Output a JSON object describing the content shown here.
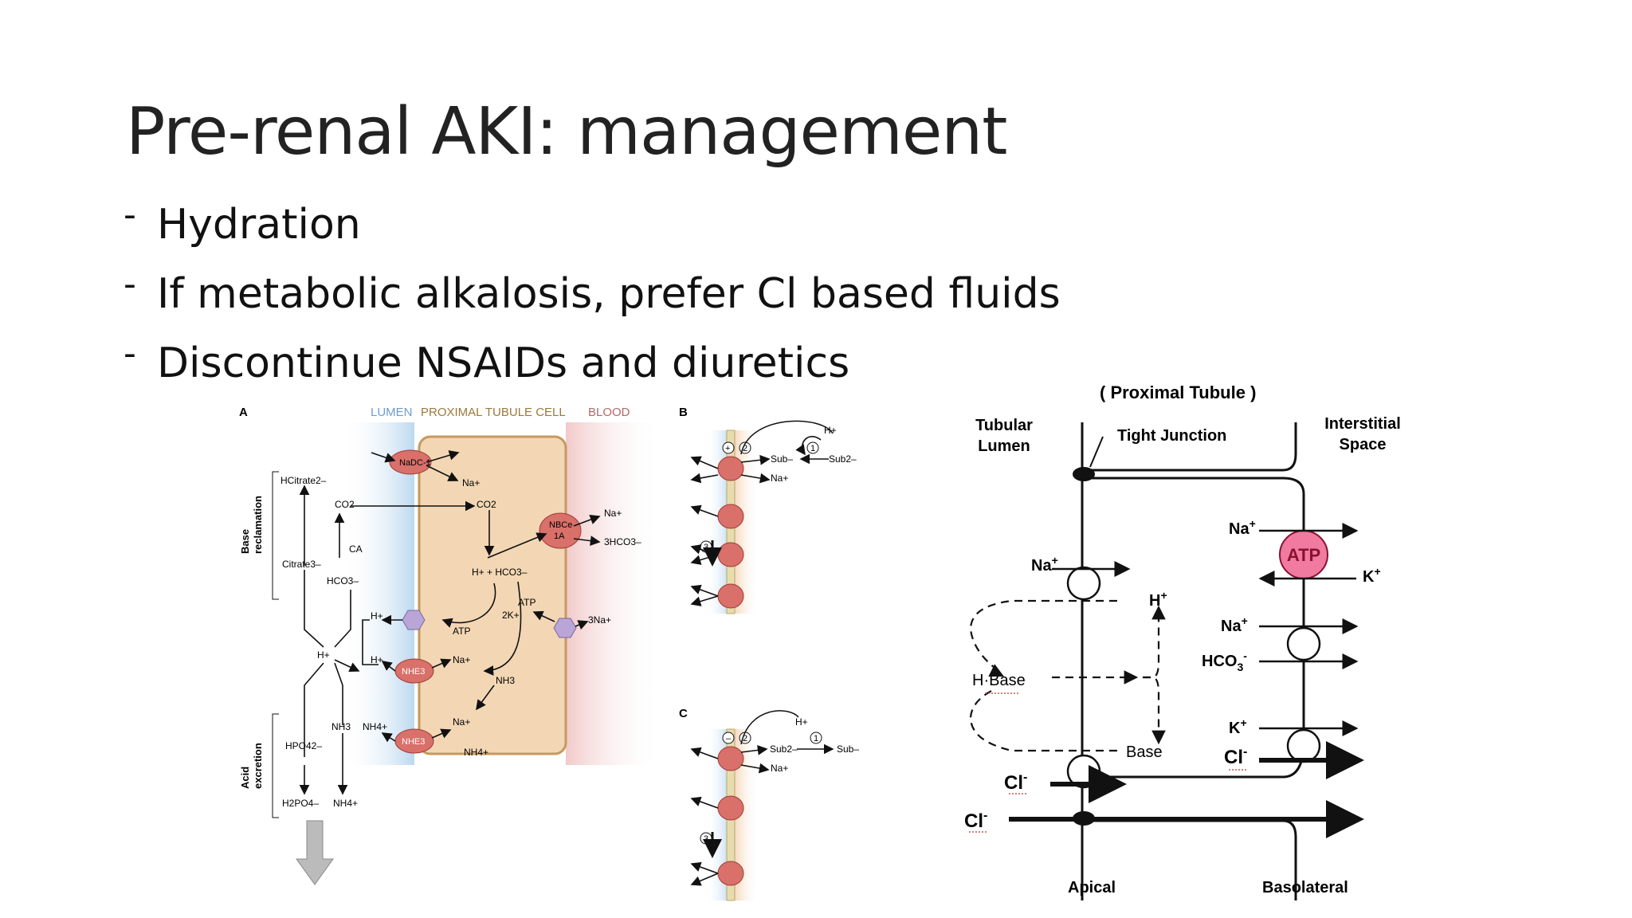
{
  "slide": {
    "title": "Pre-renal AKI: management",
    "bullets": [
      {
        "marker": "-",
        "text": "Hydration"
      },
      {
        "marker": "-",
        "text": "If metabolic alkalosis, prefer Cl based fluids"
      },
      {
        "marker": "-",
        "text": "Discontinue NSAIDs and diuretics"
      }
    ]
  },
  "figure_left": {
    "panel_a": {
      "letter": "A",
      "lumen_label": "LUMEN",
      "cell_label": "PROXIMAL TUBULE CELL",
      "blood_label": "BLOOD",
      "base_reclamation": [
        "Base",
        "reclamation"
      ],
      "acid_excretion": [
        "Acid",
        "excretion"
      ],
      "hcitrate": "HCitrate2–",
      "citrate": "Citrate3–",
      "co2": "CO2",
      "ca": "CA",
      "hco3": "HCO3–",
      "h_plus": "H+",
      "h_plus_hco3": "H+ + HCO3–",
      "atp": "ATP",
      "two_k": "2K+",
      "three_na": "3Na+",
      "na": "Na+",
      "three_hco3": "3HCO3–",
      "nh3": "NH3",
      "nh4": "NH4+",
      "hpo4": "HPO42–",
      "h2po4": "H2PO4–",
      "nadc1": "NaDC-1",
      "nbce": [
        "NBCe",
        "1A"
      ],
      "nhe3": "NHE3"
    },
    "panel_b": {
      "letter": "B",
      "plus": "+",
      "minus": "–",
      "sub_minus": "Sub–",
      "sub_2minus": "Sub2–",
      "h_plus": "H+",
      "na": "Na+",
      "n1": "1",
      "n2": "2",
      "n3": "3"
    },
    "panel_c": {
      "letter": "C",
      "sub_minus": "Sub–",
      "sub_2minus": "Sub2–",
      "h_plus": "H+",
      "na": "Na+",
      "n1": "1",
      "n2": "2",
      "n3": "3"
    },
    "colors": {
      "lumen": "#cfe3f3",
      "cell_fill": "#f3d7b5",
      "cell_border": "#c59a5e",
      "transporter": "#d9706a",
      "pump": "#b9a6d6",
      "lumen_text": "#6f9ccc",
      "cell_text": "#9a7a3c",
      "blood_text": "#b06a6a"
    }
  },
  "figure_right": {
    "title": "( Proximal Tubule )",
    "tubular_lumen": [
      "Tubular",
      "Lumen"
    ],
    "tight_junction": "Tight Junction",
    "interstitial_space": [
      "Interstitial",
      "Space"
    ],
    "na": "Na",
    "k": "K",
    "plus": "+",
    "minus": "-",
    "h": "H",
    "hco3": "HCO",
    "hco3_sub": "3",
    "h_base": "H·Base",
    "base": "Base",
    "cl": "Cl",
    "atp": "ATP",
    "apical": "Apical",
    "basolateral": "Basolateral",
    "colors": {
      "atp_fill": "#f07aa0",
      "atp_text": "#8a1030",
      "underline": "#d05050"
    }
  }
}
